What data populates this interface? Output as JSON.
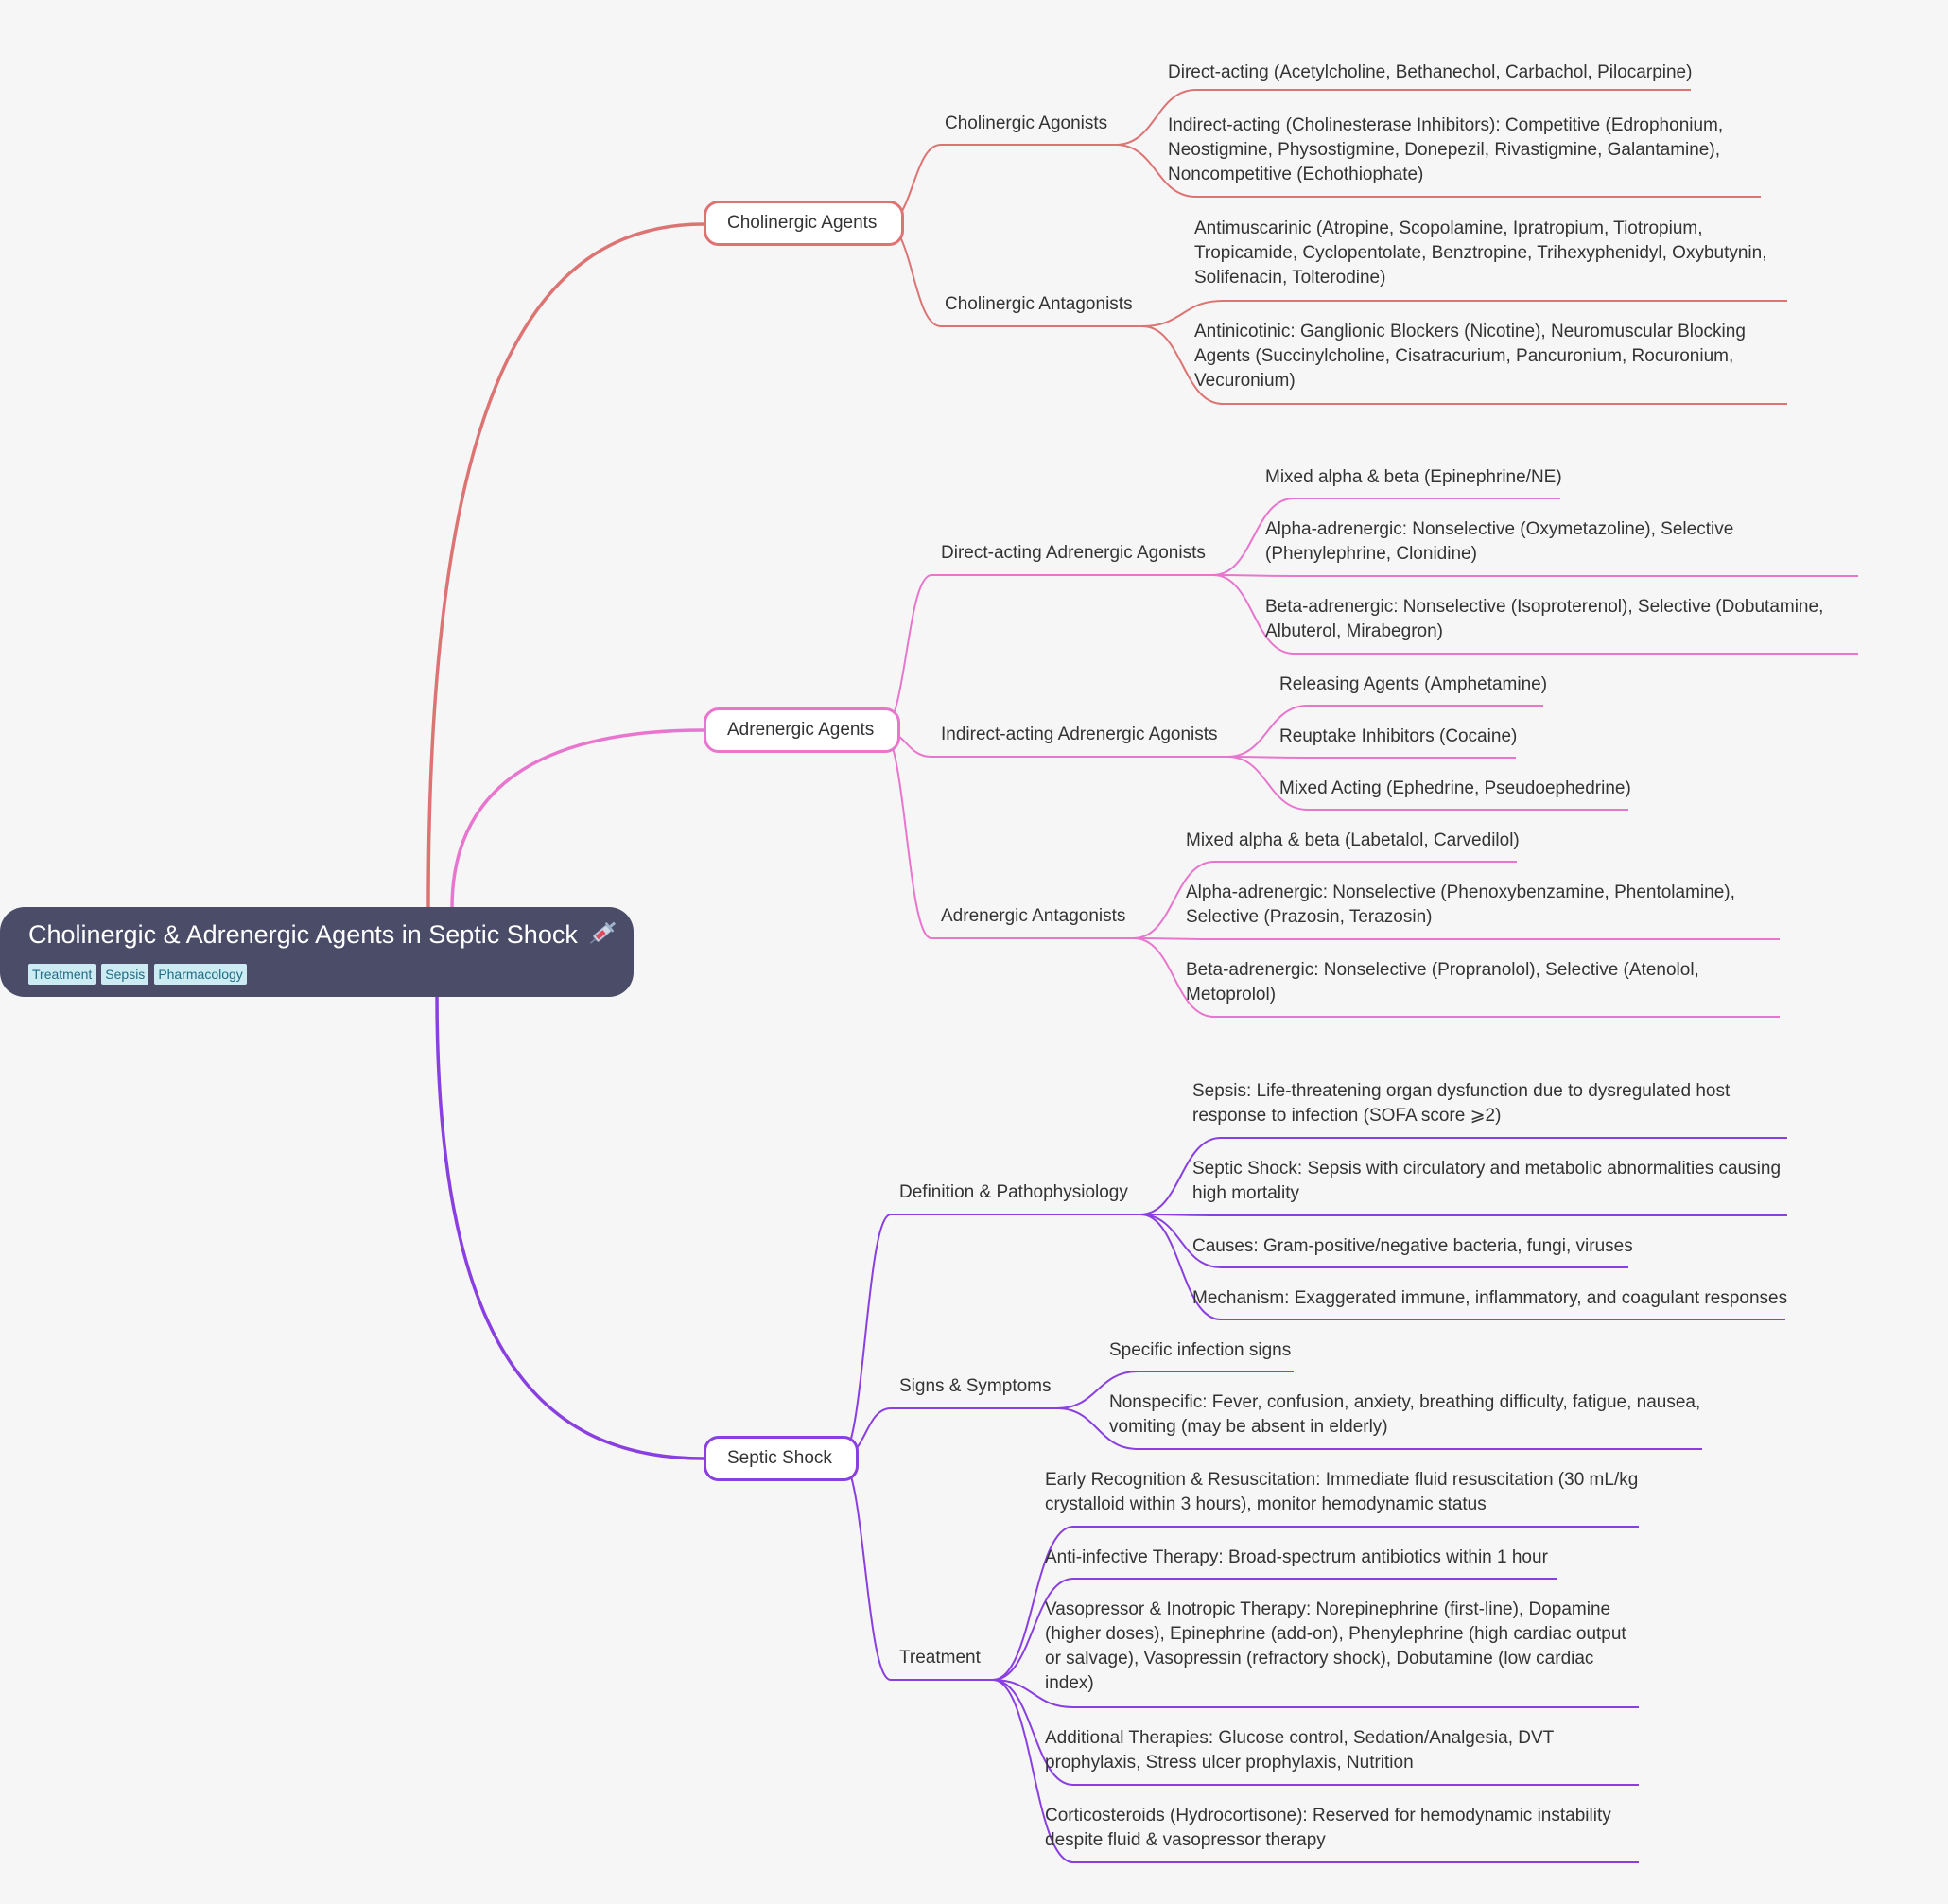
{
  "root": {
    "title": "Cholinergic & Adrenergic Agents in Septic Shock",
    "icon": "syringe-icon",
    "tags": [
      "Treatment",
      "Sepsis",
      "Pharmacology"
    ]
  },
  "colors": {
    "cholinergic": "#dd7474",
    "adrenergic": "#e876cf",
    "septic": "#8a3fe0",
    "root_bg": "#4a4c68"
  },
  "branches": [
    {
      "label": "Cholinergic Agents",
      "subs": [
        {
          "label": "Cholinergic Agonists",
          "items": [
            "Direct-acting (Acetylcholine, Bethanechol, Carbachol, Pilocarpine)",
            "Indirect-acting (Cholinesterase Inhibitors): Competitive (Edrophonium, Neostigmine, Physostigmine, Donepezil, Rivastigmine, Galantamine), Noncompetitive (Echothiophate)"
          ]
        },
        {
          "label": "Cholinergic Antagonists",
          "items": [
            "Antimuscarinic (Atropine, Scopolamine, Ipratropium, Tiotropium, Tropicamide, Cyclopentolate, Benztropine, Trihexyphenidyl, Oxybutynin, Solifenacin, Tolterodine)",
            "Antinicotinic: Ganglionic Blockers (Nicotine), Neuromuscular Blocking Agents (Succinylcholine, Cisatracurium, Pancuronium, Rocuronium, Vecuronium)"
          ]
        }
      ]
    },
    {
      "label": "Adrenergic Agents",
      "subs": [
        {
          "label": "Direct-acting Adrenergic Agonists",
          "items": [
            "Mixed alpha & beta (Epinephrine/NE)",
            "Alpha-adrenergic: Nonselective (Oxymetazoline), Selective (Phenylephrine, Clonidine)",
            "Beta-adrenergic: Nonselective (Isoproterenol), Selective (Dobutamine, Albuterol, Mirabegron)"
          ]
        },
        {
          "label": "Indirect-acting Adrenergic Agonists",
          "items": [
            "Releasing Agents (Amphetamine)",
            "Reuptake Inhibitors (Cocaine)",
            "Mixed Acting (Ephedrine, Pseudoephedrine)"
          ]
        },
        {
          "label": "Adrenergic Antagonists",
          "items": [
            "Mixed alpha & beta (Labetalol, Carvedilol)",
            "Alpha-adrenergic: Nonselective (Phenoxybenzamine, Phentolamine), Selective (Prazosin, Terazosin)",
            "Beta-adrenergic: Nonselective (Propranolol), Selective (Atenolol, Metoprolol)"
          ]
        }
      ]
    },
    {
      "label": "Septic Shock",
      "subs": [
        {
          "label": "Definition & Pathophysiology",
          "items": [
            "Sepsis: Life-threatening organ dysfunction due to dysregulated host response to infection (SOFA score ⩾2)",
            "Septic Shock: Sepsis with circulatory and metabolic abnormalities causing high mortality",
            "Causes: Gram-positive/negative bacteria, fungi, viruses",
            "Mechanism: Exaggerated immune, inflammatory, and coagulant responses"
          ]
        },
        {
          "label": "Signs & Symptoms",
          "items": [
            "Specific infection signs",
            "Nonspecific: Fever, confusion, anxiety, breathing difficulty, fatigue, nausea, vomiting (may be absent in elderly)"
          ]
        },
        {
          "label": "Treatment",
          "items": [
            "Early Recognition & Resuscitation: Immediate fluid resuscitation (30 mL/kg crystalloid within 3 hours), monitor hemodynamic status",
            "Anti-infective Therapy: Broad-spectrum antibiotics within 1 hour",
            "Vasopressor & Inotropic Therapy: Norepinephrine (first-line), Dopamine (higher doses), Epinephrine (add-on), Phenylephrine (high cardiac output or salvage), Vasopressin (refractory shock), Dobutamine (low cardiac index)",
            "Additional Therapies: Glucose control, Sedation/Analgesia, DVT prophylaxis, Stress ulcer prophylaxis, Nutrition",
            "Corticosteroids (Hydrocortisone): Reserved for hemodynamic instability despite fluid & vasopressor therapy"
          ]
        }
      ]
    }
  ]
}
